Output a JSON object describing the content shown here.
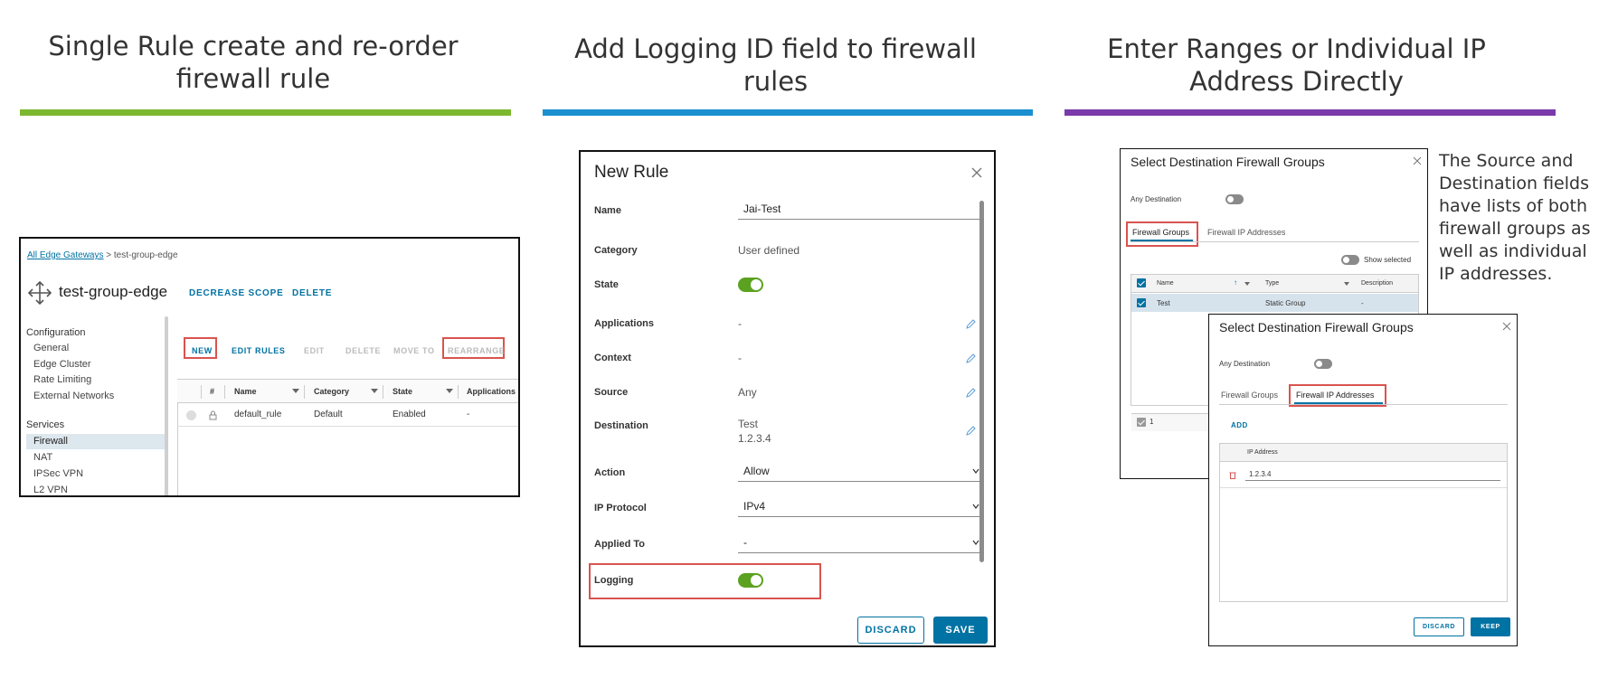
{
  "columns": [
    {
      "title": "Single Rule create and re-order firewall rule",
      "color": "#7cb82f"
    },
    {
      "title": "Add Logging ID field to firewall rules",
      "color": "#1b8fd0"
    },
    {
      "title": "Enter Ranges or Individual IP Address Directly",
      "color": "#7a3aaa"
    }
  ],
  "panel1": {
    "breadcrumb_link": "All Edge Gateways",
    "breadcrumb_sep": ">",
    "breadcrumb_current": "test-group-edge",
    "title": "test-group-edge",
    "decrease_scope": "DECREASE SCOPE",
    "delete": "DELETE",
    "nav": {
      "configuration_label": "Configuration",
      "configuration_items": [
        "General",
        "Edge Cluster",
        "Rate Limiting",
        "External Networks"
      ],
      "services_label": "Services",
      "services_items": [
        "Firewall",
        "NAT",
        "IPSec VPN",
        "L2 VPN"
      ]
    },
    "actions": {
      "new": "NEW",
      "edit_rules": "EDIT RULES",
      "edit": "EDIT",
      "delete": "DELETE",
      "move_to": "MOVE TO",
      "rearrange": "REARRANGE"
    },
    "grid": {
      "headers": [
        "#",
        "Name",
        "Category",
        "State",
        "Applications"
      ],
      "row": {
        "name": "default_rule",
        "category": "Default",
        "state": "Enabled",
        "applications": "-"
      }
    }
  },
  "panel2": {
    "title": "New Rule",
    "fields": {
      "name_label": "Name",
      "name_value": "Jai-Test",
      "category_label": "Category",
      "category_value": "User defined",
      "state_label": "State",
      "applications_label": "Applications",
      "applications_value": "-",
      "context_label": "Context",
      "context_value": "-",
      "source_label": "Source",
      "source_value": "Any",
      "destination_label": "Destination",
      "destination_value_1": "Test",
      "destination_value_2": "1.2.3.4",
      "action_label": "Action",
      "action_value": "Allow",
      "ip_protocol_label": "IP Protocol",
      "ip_protocol_value": "IPv4",
      "applied_to_label": "Applied To",
      "applied_to_value": "-",
      "logging_label": "Logging"
    },
    "discard": "DISCARD",
    "save": "SAVE"
  },
  "panel3": {
    "back": {
      "title": "Select Destination Firewall Groups",
      "any_destination": "Any Destination",
      "tab_groups": "Firewall Groups",
      "tab_ips": "Firewall IP Addresses",
      "show_selected": "Show selected",
      "headers": [
        "Name",
        "Type",
        "Description"
      ],
      "row": {
        "name": "Test",
        "type": "Static Group",
        "description": "-"
      },
      "footer_count": "1"
    },
    "front": {
      "title": "Select Destination Firewall Groups",
      "any_destination": "Any Destination",
      "tab_groups": "Firewall Groups",
      "tab_ips": "Firewall IP Addresses",
      "add": "ADD",
      "ip_header": "IP Address",
      "ip_value": "1.2.3.4",
      "discard": "DISCARD",
      "keep": "KEEP"
    },
    "note": "The Source and Destination fields have lists of both firewall groups as well as individual IP addresses."
  }
}
